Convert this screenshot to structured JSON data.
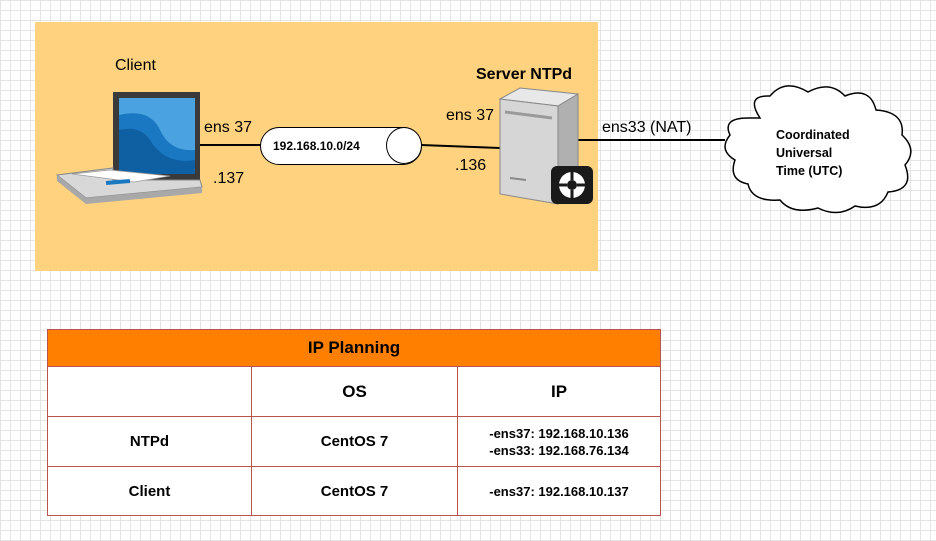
{
  "diagram": {
    "client_label": "Client",
    "client_iface": "ens 37",
    "client_ip": ".137",
    "network_label": "192.168.10.0/24",
    "server_label": "Server NTPd",
    "server_iface": "ens 37",
    "server_ip": ".136",
    "uplink_label": "ens33 (NAT)",
    "cloud_lines": [
      "Coordinated",
      "Universal",
      "Time (UTC)"
    ]
  },
  "table": {
    "title": "IP Planning",
    "headers": [
      "",
      "OS",
      "IP"
    ],
    "rows": [
      {
        "name": "NTPd",
        "os": "CentOS 7",
        "ip": [
          "-ens37: 192.168.10.136",
          "-ens33: 192.168.76.134"
        ]
      },
      {
        "name": "Client",
        "os": "CentOS 7",
        "ip": [
          "-ens37: 192.168.10.137"
        ]
      }
    ]
  },
  "colors": {
    "zone": "#ffd27f",
    "table_header": "#ff8000",
    "table_border": "#b85450"
  }
}
